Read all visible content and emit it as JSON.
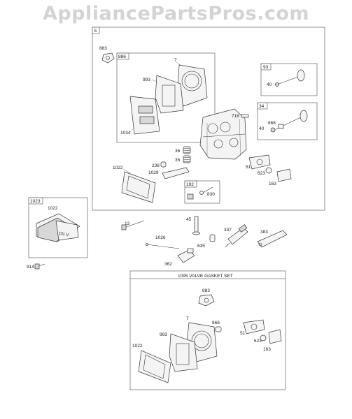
{
  "watermark": "AppliancePartsPros.com",
  "frames": {
    "main": "5",
    "gasket_kit": "886",
    "exhaust_valve": "93",
    "intake_valve": "34",
    "breather": "192",
    "cover_assy": "1023",
    "valve_gasket_set": "1095 VALVE GASKET SET"
  },
  "labels": {
    "p883": "883",
    "p7": "7",
    "p993": "993",
    "p1034": "1034",
    "p718": "718",
    "p36": "36",
    "p35": "35",
    "p238": "238",
    "p1029": "1029",
    "p1022": "1022",
    "p40a": "40",
    "p40b": "40",
    "p868": "868",
    "p51": "51",
    "p623": "623",
    "p163": "163",
    "p830": "830",
    "p1022c": "1022",
    "p914": "914",
    "p13": "13",
    "p45": "45",
    "p1026": "1026",
    "p635": "635",
    "p362": "362",
    "p337": "337",
    "p383": "383",
    "s883": "883",
    "s7": "7",
    "s868": "868",
    "s993": "993",
    "s1022": "1022",
    "s51": "51",
    "s623": "623",
    "s163": "163"
  },
  "icons": [
    "cylinder-head",
    "valve-cover",
    "gasket",
    "valve",
    "spring",
    "breather",
    "spark-plug",
    "push-rod",
    "bolt"
  ]
}
